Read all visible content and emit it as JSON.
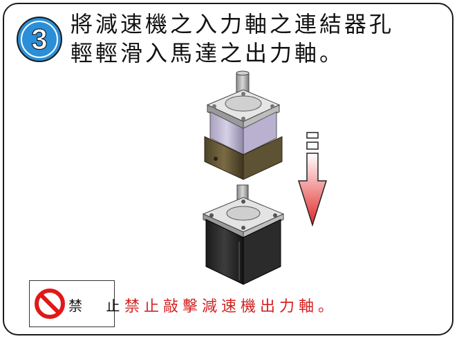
{
  "step": {
    "number": "3",
    "badge_color": "#2a8fd8"
  },
  "instruction": {
    "line1": "將減速機之入力軸之連結器孔",
    "line2": "輕輕滑入馬達之出力軸。"
  },
  "illustration": {
    "upper_part": "reducer",
    "lower_part": "motor",
    "direction": "down",
    "arrow_colors": [
      "#ffffff",
      "#e02828"
    ]
  },
  "prohibition": {
    "label": "禁 止",
    "icon": "no-entry-icon",
    "icon_color": "#e01818",
    "warning": "禁止敲擊減速機出力軸。",
    "warning_color": "#d42020"
  }
}
